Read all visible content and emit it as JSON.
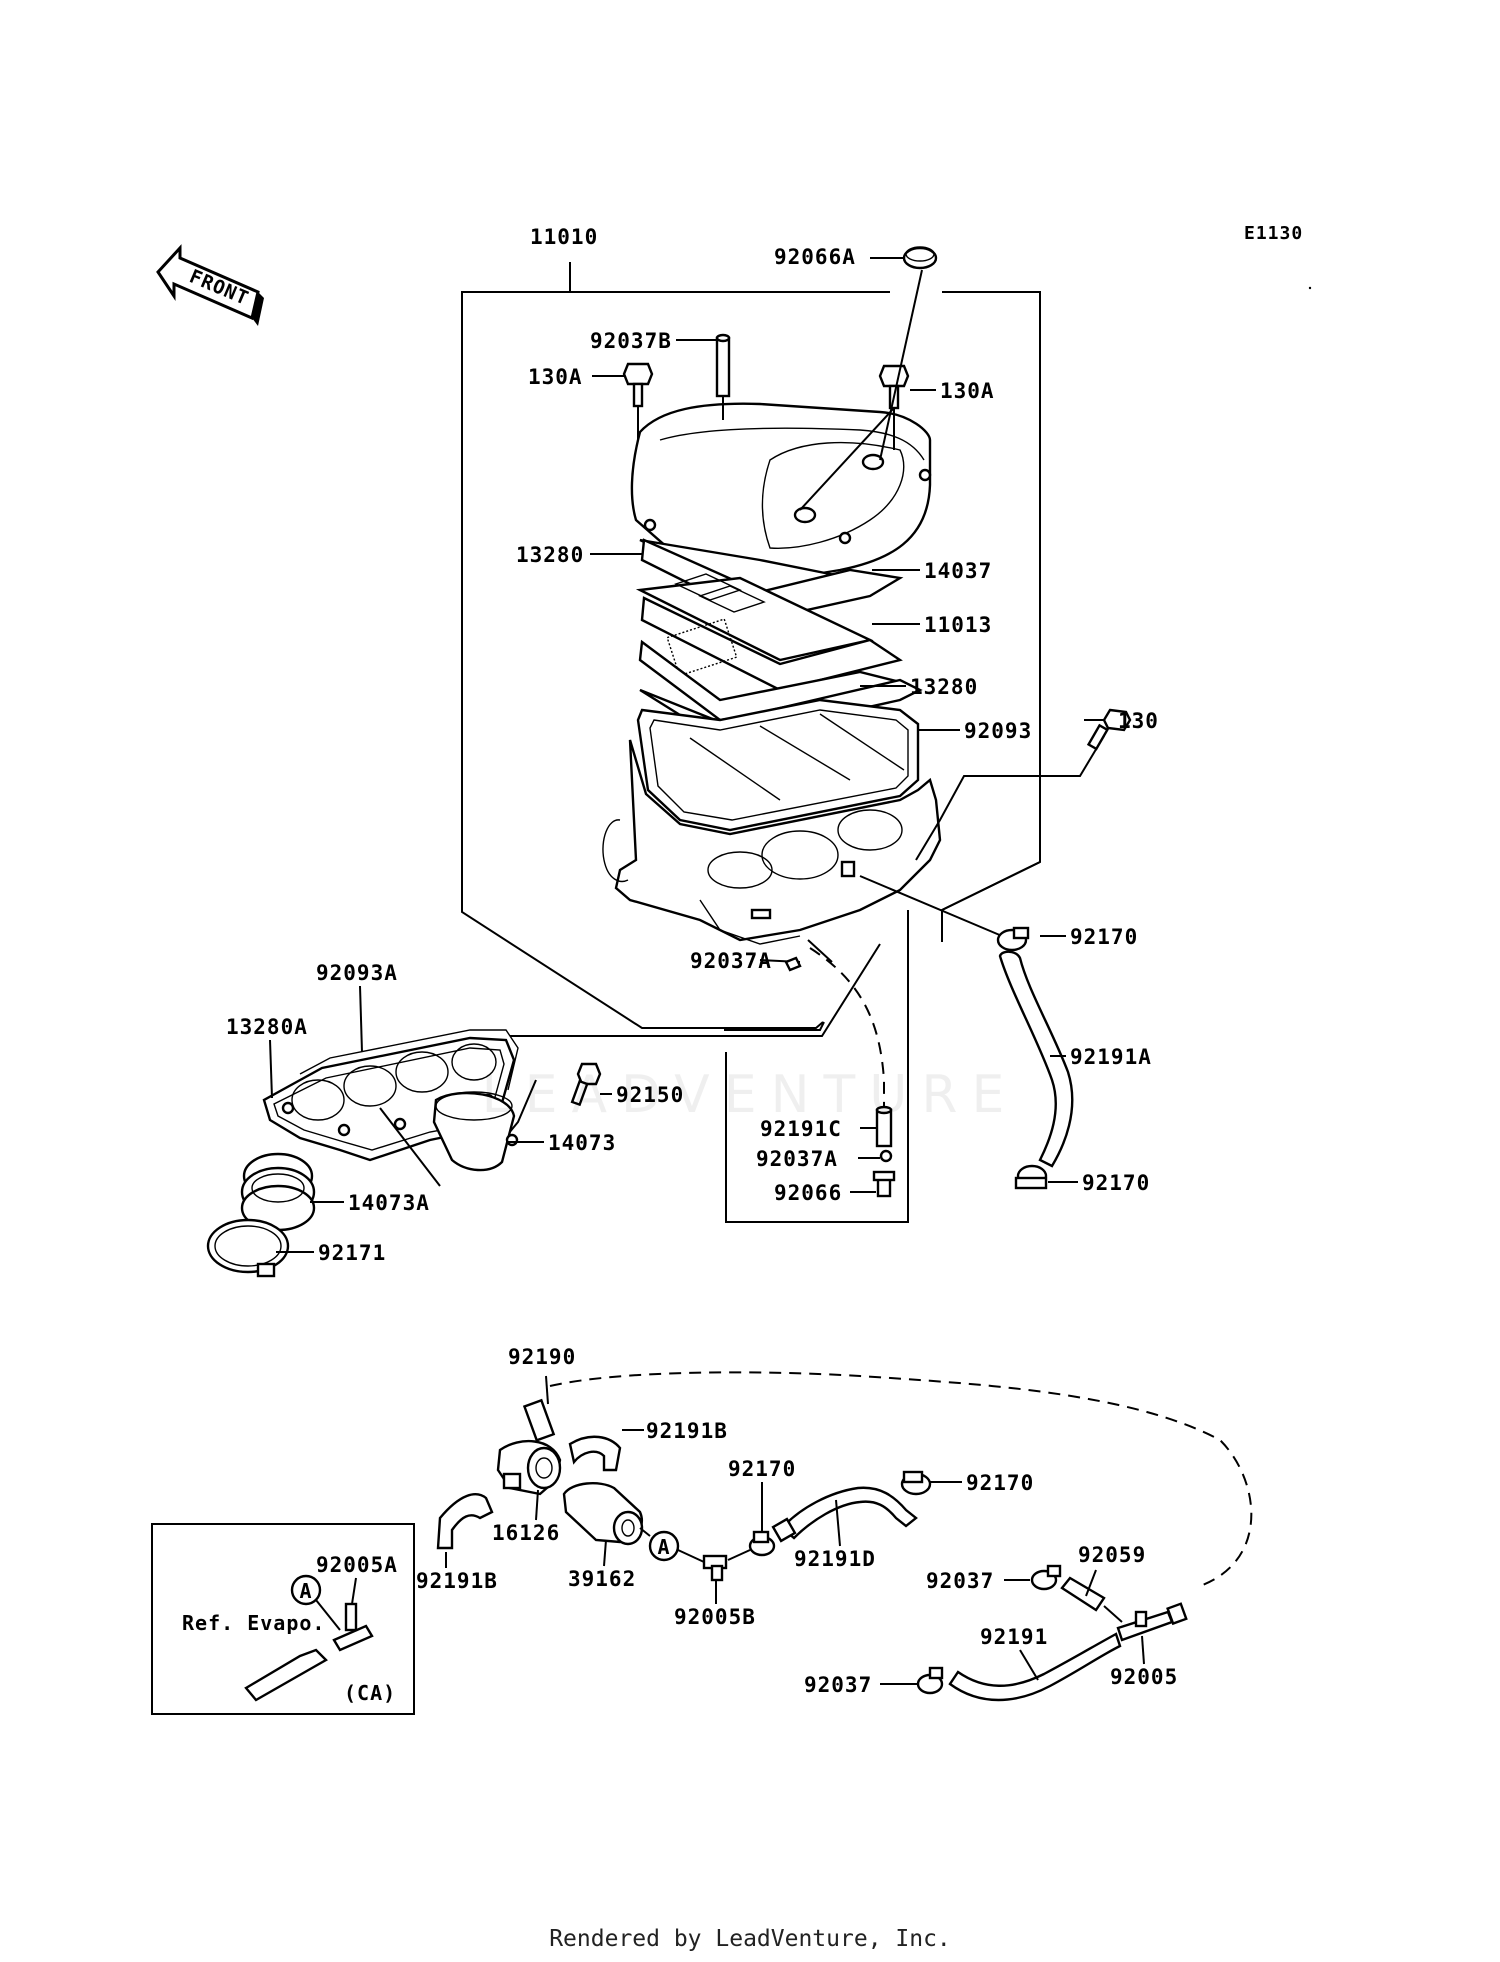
{
  "diagram_code": "E1130",
  "front_label": "FRONT",
  "footer": "Rendered by LeadVenture, Inc.",
  "watermark": "LEADVENTURE",
  "callouts": {
    "p11010": "11010",
    "p92066A": "92066A",
    "p92037B": "92037B",
    "p130A_left": "130A",
    "p130A_right": "130A",
    "p13280_top": "13280",
    "p14037": "14037",
    "p11013": "11013",
    "p13280_mid": "13280",
    "p92093": "92093",
    "p130": "130",
    "p92170_upper": "92170",
    "p92037A_upper": "92037A",
    "p92093A": "92093A",
    "p13280A": "13280A",
    "p92150": "92150",
    "p92191A": "92191A",
    "p92191C": "92191C",
    "p92037A_lower": "92037A",
    "p92066": "92066",
    "p14073": "14073",
    "p92170_mid": "92170",
    "p14073A": "14073A",
    "p92171": "92171",
    "p92190": "92190",
    "p92191B_top": "92191B",
    "p92170_a": "92170",
    "p92170_b": "92170",
    "p16126": "16126",
    "p92191B_bottom": "92191B",
    "p39162": "39162",
    "p92191D": "92191D",
    "p92005A": "92005A",
    "p92059": "92059",
    "p92037_upper": "92037",
    "p92005B": "92005B",
    "p92191": "92191",
    "p92037_lower": "92037",
    "p92005": "92005"
  },
  "ref_markers": {
    "a_main": "A",
    "a_inset": "A"
  },
  "inset": {
    "title": "Ref. Evapo.",
    "region": "(CA)"
  }
}
